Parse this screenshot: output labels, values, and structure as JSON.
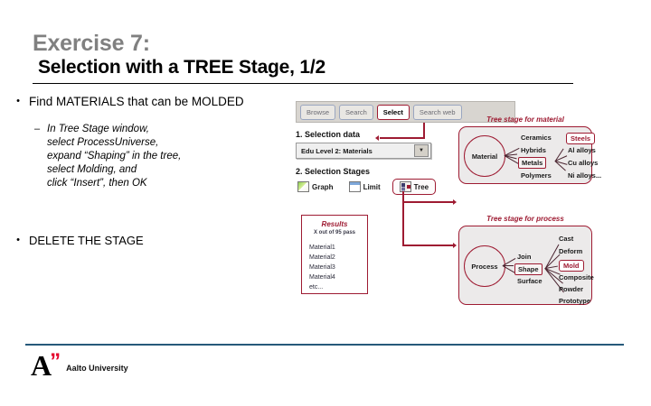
{
  "slide": {
    "title_top": "Exercise 7:",
    "title_main": "Selection with a TREE Stage, 1/2",
    "bullets": [
      {
        "marker": "•",
        "text": "Find MATERIALS that can be MOLDED",
        "sub": {
          "marker": "–",
          "lines": [
            "In Tree Stage window,",
            "select ProcessUniverse,",
            "expand “Shaping” in the tree,",
            "select Molding, and",
            "click “Insert”, then OK"
          ]
        }
      },
      {
        "marker": "•",
        "text": "DELETE THE STAGE"
      }
    ]
  },
  "diagram": {
    "toolbar": {
      "buttons": [
        {
          "label": "Browse",
          "active": false
        },
        {
          "label": "Search",
          "active": false
        },
        {
          "label": "Select",
          "active": true
        },
        {
          "label": "Search web",
          "active": false
        }
      ]
    },
    "selection_data": {
      "heading": "1. Selection data",
      "dropdown_value": "Edu Level 2: Materials",
      "dropdown_arrow_glyph": "▼"
    },
    "selection_stages": {
      "heading": "2. Selection Stages",
      "buttons": [
        {
          "label": "Graph",
          "icon": "graph-icon",
          "active": false
        },
        {
          "label": "Limit",
          "icon": "limit-icon",
          "active": false
        },
        {
          "label": "Tree",
          "icon": "tree-icon",
          "active": true
        }
      ]
    },
    "results": {
      "title": "Results",
      "subtitle": "X out of 95 pass",
      "items": [
        "Material1",
        "Material2",
        "Material3",
        "Material4",
        "etc..."
      ]
    },
    "tree_material": {
      "caption": "Tree stage for material",
      "root": "Material",
      "level1": [
        {
          "label": "Ceramics",
          "boxed": false,
          "hot": false
        },
        {
          "label": "Hybrids",
          "boxed": false,
          "hot": false
        },
        {
          "label": "Metals",
          "boxed": true,
          "hot": false
        },
        {
          "label": "Polymers",
          "boxed": false,
          "hot": false
        }
      ],
      "level2": [
        {
          "label": "Steels",
          "boxed": false,
          "hot": true
        },
        {
          "label": "Al alloys",
          "boxed": false,
          "hot": false
        },
        {
          "label": "Cu alloys",
          "boxed": false,
          "hot": false
        },
        {
          "label": "Ni alloys...",
          "boxed": false,
          "hot": false
        }
      ]
    },
    "tree_process": {
      "caption": "Tree stage for process",
      "root": "Process",
      "level1": [
        {
          "label": "Join",
          "boxed": false,
          "hot": false
        },
        {
          "label": "Shape",
          "boxed": true,
          "hot": false
        },
        {
          "label": "Surface",
          "boxed": false,
          "hot": false
        }
      ],
      "level2": [
        {
          "label": "Cast",
          "boxed": false,
          "hot": false
        },
        {
          "label": "Deform",
          "boxed": false,
          "hot": false
        },
        {
          "label": "Mold",
          "boxed": false,
          "hot": true
        },
        {
          "label": "Composite",
          "boxed": false,
          "hot": false
        },
        {
          "label": "Powder",
          "boxed": false,
          "hot": false
        },
        {
          "label": "Prototype",
          "boxed": false,
          "hot": false
        }
      ]
    }
  },
  "footer": {
    "logo_letter": "A",
    "logo_quote": "”",
    "organization": "Aalto University"
  },
  "colors": {
    "accent_red": "#9e1b32",
    "title_gray": "#808080",
    "footer_blue": "#26597a",
    "logo_red": "#e4002b"
  }
}
